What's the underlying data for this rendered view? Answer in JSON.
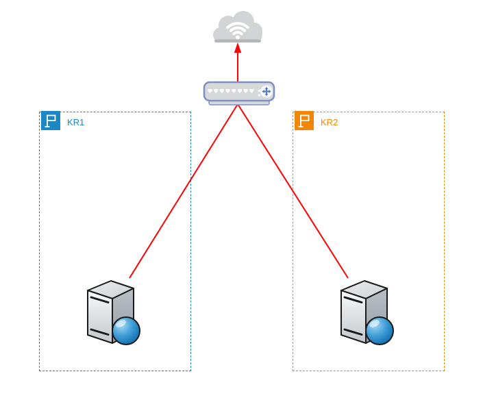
{
  "zones": [
    {
      "label": "KR1",
      "color": "#1B87C5"
    },
    {
      "label": "KR2",
      "color": "#F28705"
    }
  ],
  "nodes": {
    "cloud": {
      "icon": "cloud-wifi-icon"
    },
    "switch": {
      "icon": "switch-icon"
    },
    "server_left": {
      "icon": "server-globe-icon",
      "zone": "KR1"
    },
    "server_right": {
      "icon": "server-globe-icon",
      "zone": "KR2"
    }
  },
  "connections": [
    {
      "from": "switch",
      "to": "cloud",
      "color": "#FF0000",
      "arrow": "to"
    },
    {
      "from": "server_left",
      "to": "switch",
      "color": "#FF0000",
      "arrow": "none"
    },
    {
      "from": "server_right",
      "to": "switch",
      "color": "#FF0000",
      "arrow": "none"
    }
  ],
  "colors": {
    "connector_red": "#FF0000",
    "zone_kr1_blue": "#1B87C5",
    "zone_kr2_orange": "#F28705",
    "switch_border": "#7E8EC1",
    "cloud_gray": "#D2D4D6"
  }
}
